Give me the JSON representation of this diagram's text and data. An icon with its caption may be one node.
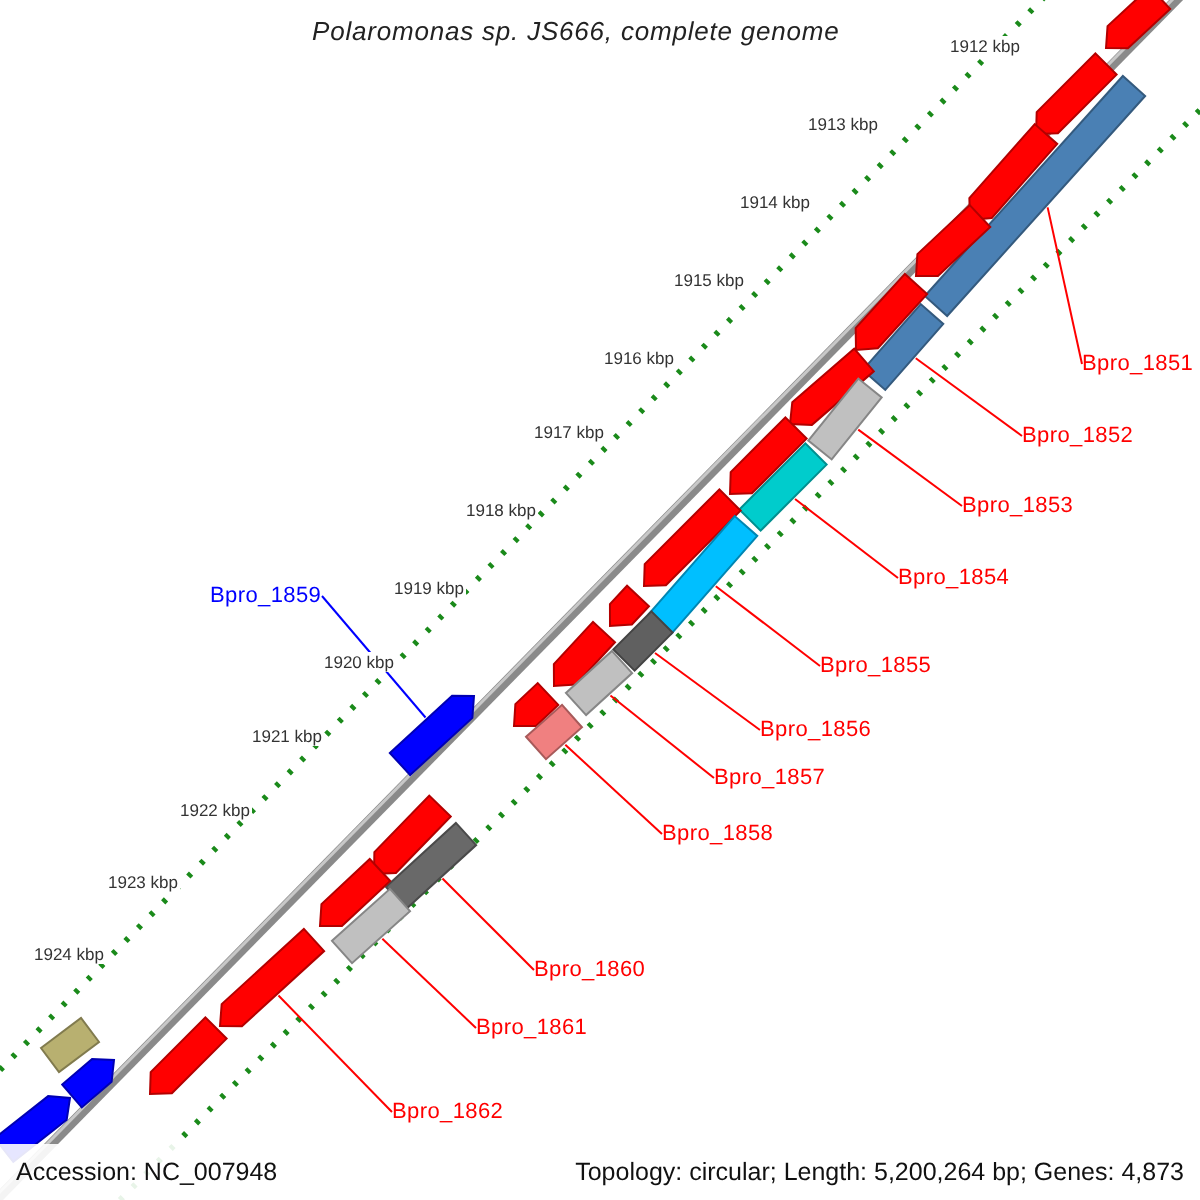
{
  "diagram": {
    "title": "Polaromonas sp. JS666, complete genome",
    "nodes": [
      {
        "text": [
          "Bpro_1851"
        ]
      },
      {
        "text": [
          "Bpro_1852"
        ]
      },
      {
        "text": [
          "Bpro_1853"
        ]
      },
      {
        "text": [
          "Bpro_1854"
        ]
      },
      {
        "text": [
          "Bpro_1855"
        ]
      },
      {
        "text": [
          "Bpro_1856"
        ]
      },
      {
        "text": [
          "Bpro_1857"
        ]
      },
      {
        "text": [
          "Bpro_1858"
        ]
      },
      {
        "text": [
          "Bpro_1859"
        ]
      },
      {
        "text": [
          "Bpro_1860"
        ]
      },
      {
        "text": [
          "Bpro_1861"
        ]
      },
      {
        "text": [
          "Bpro_1862"
        ]
      },
      {
        "text": [],
        "shape": "arrow"
      },
      {
        "text": [],
        "shape": "box"
      },
      {
        "text": [],
        "shape": "arrow"
      },
      {
        "text": [],
        "shape": "arrow"
      },
      {
        "text": [],
        "shape": "arrow"
      },
      {
        "text": [],
        "shape": "arrow"
      },
      {
        "text": [],
        "shape": "box"
      },
      {
        "text": [],
        "shape": "arrow"
      },
      {
        "text": [],
        "shape": "box"
      },
      {
        "text": [],
        "shape": "arrow"
      },
      {
        "text": [],
        "shape": "box"
      },
      {
        "text": [],
        "shape": "arrow"
      },
      {
        "text": [],
        "shape": "arrow"
      },
      {
        "text": [],
        "shape": "box"
      },
      {
        "text": [],
        "shape": "box"
      },
      {
        "text": [],
        "shape": "arrow"
      },
      {
        "text": [],
        "shape": "box"
      },
      {
        "text": [],
        "shape": "arrow"
      },
      {
        "text": [],
        "shape": "box"
      },
      {
        "text": [],
        "shape": "arrow"
      },
      {
        "text": [],
        "shape": "arrow"
      },
      {
        "text": [],
        "shape": "box"
      },
      {
        "text": [],
        "shape": "arrow"
      },
      {
        "text": [],
        "shape": "box"
      },
      {
        "text": [],
        "shape": "arrow"
      },
      {
        "text": [],
        "shape": "box"
      },
      {
        "text": [],
        "shape": "arrow"
      },
      {
        "text": [],
        "shape": "arrow"
      },
      {
        "text": [],
        "shape": "arrow"
      }
    ],
    "edges": [
      {
        "from": 0,
        "to": 13,
        "arrow": "none"
      },
      {
        "from": 1,
        "to": 18,
        "arrow": "none"
      },
      {
        "from": 2,
        "to": 20,
        "arrow": "none"
      },
      {
        "from": 3,
        "to": 22,
        "arrow": "none"
      },
      {
        "from": 4,
        "to": 25,
        "arrow": "none"
      },
      {
        "from": 5,
        "to": 26,
        "arrow": "none"
      },
      {
        "from": 6,
        "to": 28,
        "arrow": "none"
      },
      {
        "from": 7,
        "to": 30,
        "arrow": "none"
      },
      {
        "from": 8,
        "to": 31,
        "arrow": "none",
        "color": "#0000ff"
      },
      {
        "from": 9,
        "to": 33,
        "arrow": "none"
      },
      {
        "from": 10,
        "to": 35,
        "arrow": "none"
      },
      {
        "from": 11,
        "to": 36,
        "arrow": "none"
      }
    ],
    "labels": [
      "1912 kbp",
      "1913 kbp",
      "1914 kbp",
      "1915 kbp",
      "1916 kbp",
      "1917 kbp",
      "1918 kbp",
      "1919 kbp",
      "1920 kbp",
      "1921 kbp",
      "1922 kbp",
      "1923 kbp",
      "1924 kbp",
      "Accession: NC_007948",
      "Topology: circular; Length: 5,200,264 bp; Genes: 4,873"
    ]
  }
}
